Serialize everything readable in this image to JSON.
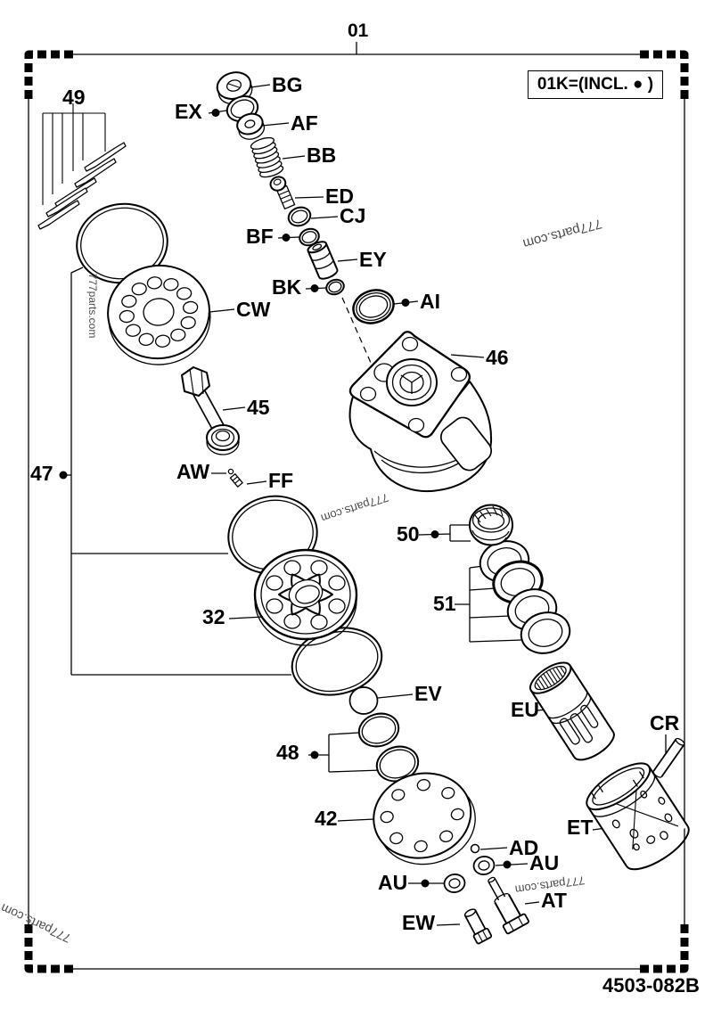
{
  "page": {
    "background": "#ffffff",
    "line_color": "#000000",
    "watermark_color": "#4a4a4a"
  },
  "header": {
    "assembly_ref": "01",
    "kit_note": "01K=(INCL. ● )"
  },
  "footer": {
    "drawing_code": "4503-082B"
  },
  "watermark": {
    "text": "777parts.com"
  },
  "refs": {
    "r49": "49",
    "bg": "BG",
    "ex": "EX",
    "af": "AF",
    "bb": "BB",
    "ed": "ED",
    "cj": "CJ",
    "bf": "BF",
    "ey": "EY",
    "bk": "BK",
    "ai": "AI",
    "r46": "46",
    "cw": "CW",
    "r45": "45",
    "r47": "47",
    "aw": "AW",
    "ff": "FF",
    "r32": "32",
    "r50": "50",
    "r51": "51",
    "ev": "EV",
    "eu": "EU",
    "cr": "CR",
    "r48": "48",
    "et": "ET",
    "r42": "42",
    "ad": "AD",
    "au": "AU",
    "at": "AT",
    "ew": "EW"
  }
}
